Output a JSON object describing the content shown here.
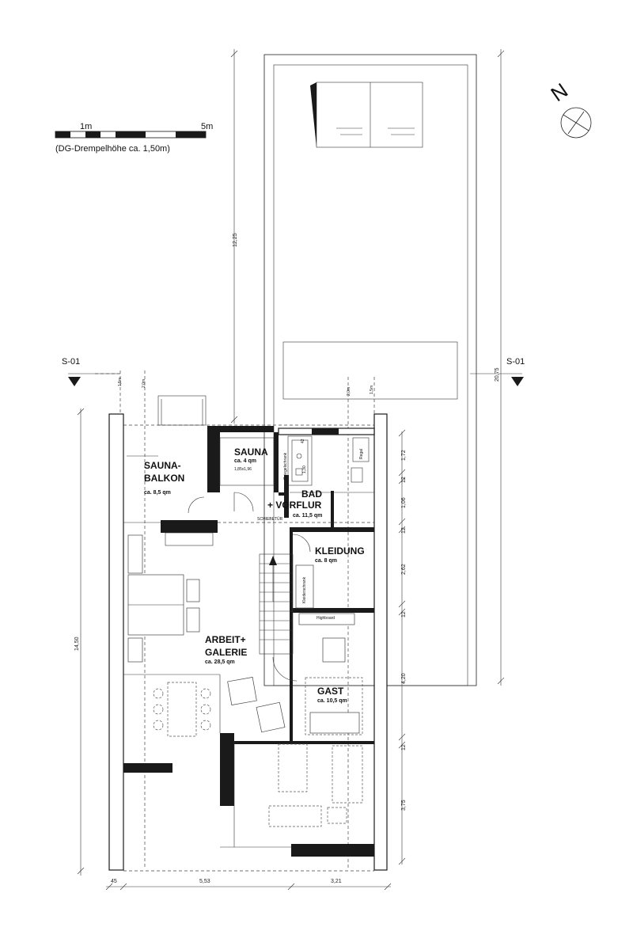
{
  "scale": {
    "label_1m": "1m",
    "label_5m": "5m",
    "note": "(DG-Drempelhöhe ca. 1,50m)"
  },
  "section": {
    "left": "S-01",
    "right": "S-01"
  },
  "rooms": {
    "sauna_balkon": {
      "line1": "SAUNA-",
      "line2": "BALKON",
      "area": "ca. 8,5 qm"
    },
    "sauna": {
      "name": "SAUNA",
      "area": "ca. 4 qm",
      "size": "1,85x1,96"
    },
    "bad": {
      "line1": "BAD",
      "line2": "+ VORFLUR",
      "area": "ca. 11,5 qm"
    },
    "kleidung": {
      "name": "KLEIDUNG",
      "area": "ca. 8 qm"
    },
    "arbeit": {
      "line1": "ARBEIT+",
      "line2": "GALERIE",
      "area": "ca. 28,5 qm"
    },
    "gast": {
      "name": "GAST",
      "area": "ca. 10,5 qm"
    }
  },
  "furniture": {
    "schiebetuer": "SCHIEBETÜR",
    "highboard": "Highboard",
    "regal": "Regal",
    "kleiderschrank": "Kleiderschrank",
    "spiegelschrank": "Spiegelschrank",
    "bath_dim1": "42",
    "bath_dim2": "1,30"
  },
  "dimensions": {
    "top_height": "12,25",
    "right_height": "20,75",
    "left_total": "14,50",
    "bottom": [
      "45",
      "5,53",
      "3,21"
    ],
    "right_chain": [
      "1,72",
      "12",
      "1,06",
      "12",
      "2,62",
      "12",
      "4,20",
      "12",
      "3,75"
    ],
    "heights": [
      "1,5m",
      "2,0m",
      "2,0m",
      "1,5m"
    ]
  },
  "compass": {
    "label": "N"
  }
}
